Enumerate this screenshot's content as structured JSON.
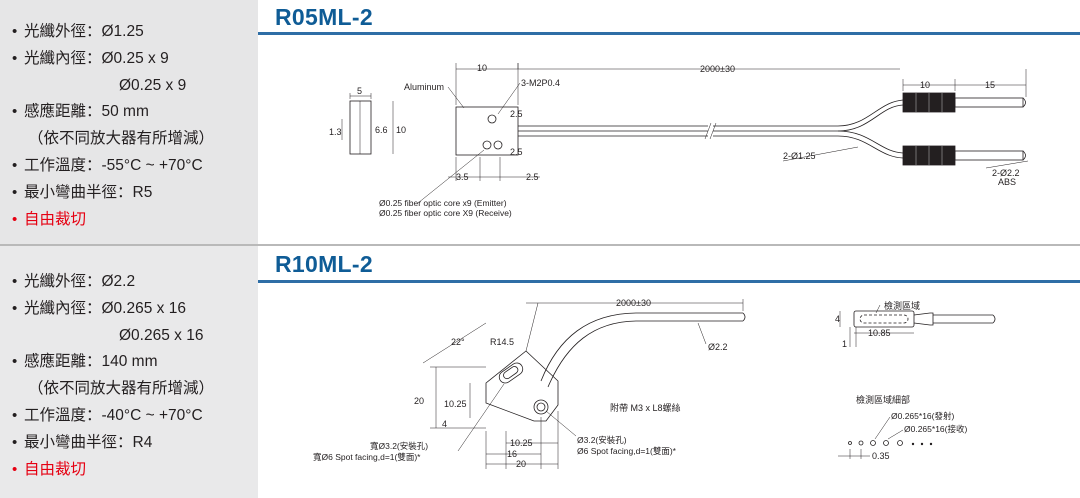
{
  "products": [
    {
      "title": "R05ML-2",
      "specs": [
        {
          "bullet": "•",
          "text": "光纖外徑：Ø1.25"
        },
        {
          "bullet": "•",
          "text": "光纖內徑：Ø0.25 x 9"
        },
        {
          "bullet": "",
          "text": "Ø0.25 x 9"
        },
        {
          "bullet": "•",
          "text": "感應距離：50 mm"
        },
        {
          "bullet": "",
          "text": "（依不同放大器有所增減）"
        },
        {
          "bullet": "•",
          "text": "工作溫度：-55°C ~ +70°C"
        },
        {
          "bullet": "•",
          "text": "最小彎曲半徑：R5"
        },
        {
          "bullet": "•",
          "text": "自由裁切"
        }
      ],
      "drawing": {
        "dim_5": "5",
        "dim_13": "1.3",
        "dim_66": "6.6",
        "dim_10_side": "10",
        "label_aluminum": "Aluminum",
        "dim_10_top": "10",
        "label_thread": "3-M2P0.4",
        "dim_length": "2000±30",
        "dim_25_a": "2.5",
        "dim_25_b": "2.5",
        "dim_35": "3.5",
        "dim_25_c": "2.5",
        "dim_10_sleeve": "10",
        "dim_15": "15",
        "label_fiber_dia": "2-Ø1.25",
        "label_tip_dia": "2-Ø2.2",
        "label_abs": "ABS",
        "note_emitter": "Ø0.25 fiber optic core x9 (Emitter)",
        "note_receive": "Ø0.25 fiber optic core X9 (Receive)"
      }
    },
    {
      "title": "R10ML-2",
      "specs": [
        {
          "bullet": "•",
          "text": "光纖外徑：Ø2.2"
        },
        {
          "bullet": "•",
          "text": "光纖內徑：Ø0.265 x 16"
        },
        {
          "bullet": "",
          "text": "Ø0.265 x 16"
        },
        {
          "bullet": "•",
          "text": "感應距離：140 mm"
        },
        {
          "bullet": "",
          "text": "（依不同放大器有所增減）"
        },
        {
          "bullet": "•",
          "text": "工作溫度：-40°C ~ +70°C"
        },
        {
          "bullet": "•",
          "text": "最小彎曲半徑：R4"
        },
        {
          "bullet": "•",
          "text": "自由裁切"
        }
      ],
      "drawing": {
        "dim_angle": "22°",
        "dim_radius": "R14.5",
        "dim_length": "2000±30",
        "label_dia22": "Ø2.2",
        "dim_20_v": "20",
        "dim_1025_v": "10.25",
        "dim_4": "4",
        "dim_1025_h": "10.25",
        "dim_16": "16",
        "dim_20_h": "20",
        "hole1_line1": "寬Ø3.2(安裝孔)",
        "hole1_line2": "寬Ø6 Spot facing,d=1(雙面)*",
        "hole2_line1": "Ø3.2(安裝孔)",
        "hole2_line2": "Ø6 Spot facing,d=1(雙面)*",
        "accessory_note": "附帶 M3 x L8螺絲",
        "label_detect": "檢測區域",
        "dim_4_tip": "4",
        "dim_1085": "10.85",
        "dim_1": "1",
        "label_detail": "檢測區域細部",
        "core_emit": "Ø0.265*16(發射)",
        "core_recv": "Ø0.265*16(接收)",
        "dim_035": "0.35"
      }
    }
  ]
}
